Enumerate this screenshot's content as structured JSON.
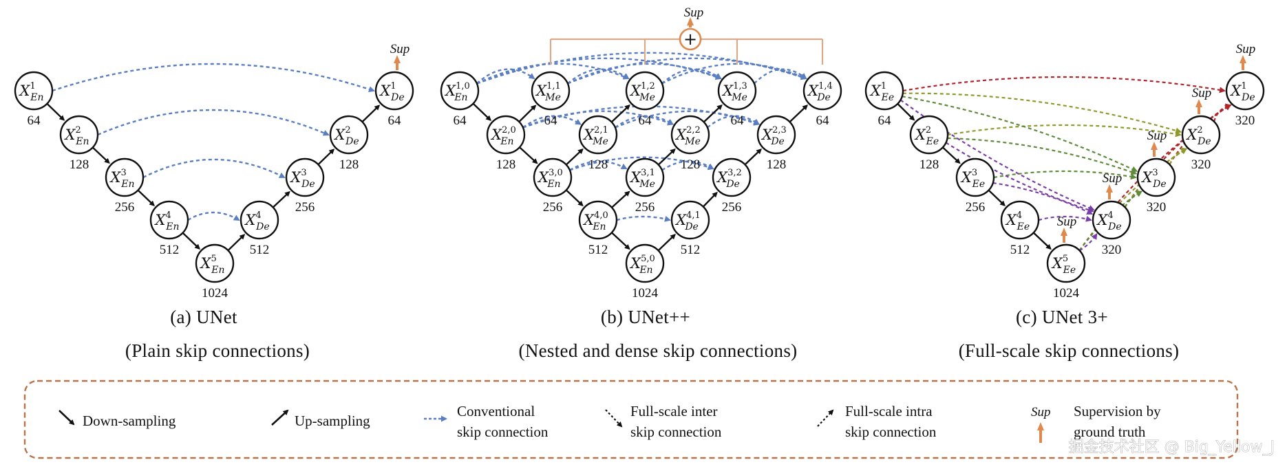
{
  "panels": [
    {
      "caption": "(a) UNet",
      "subcaption": "(Plain skip connections)"
    },
    {
      "caption": "(b) UNet++",
      "subcaption": "(Nested and dense skip connections)"
    },
    {
      "caption": "(c) UNet 3+",
      "subcaption": "(Full-scale skip connections)"
    }
  ],
  "sup_label": "Sup",
  "legend": {
    "down": "Down-sampling",
    "up": "Up-sampling",
    "conv1": "Conventional",
    "conv2": "skip connection",
    "inter1": "Full-scale inter",
    "inter2": "skip connection",
    "intra1": "Full-scale intra",
    "intra2": "skip connection",
    "sup": "Sup",
    "supdesc1": "Supervision by",
    "supdesc2": "ground truth"
  },
  "watermark": "掘金技术社区 @ Big_Yellow_J",
  "colors": {
    "conventional": "#5a7ec2",
    "supervision": "#e0894e",
    "skip_red": "#b0242a",
    "skip_olive": "#8f9a2a",
    "skip_green": "#5e8a3a",
    "skip_purple": "#7a3fa6",
    "legend_border": "#b8734a"
  },
  "nodes": {
    "unet": [
      {
        "id": "a1",
        "base": "X",
        "sup": "1",
        "sub": "En",
        "num": "64"
      },
      {
        "id": "a2",
        "base": "X",
        "sup": "2",
        "sub": "En",
        "num": "128"
      },
      {
        "id": "a3",
        "base": "X",
        "sup": "3",
        "sub": "En",
        "num": "256"
      },
      {
        "id": "a4",
        "base": "X",
        "sup": "4",
        "sub": "En",
        "num": "512"
      },
      {
        "id": "a5",
        "base": "X",
        "sup": "5",
        "sub": "En",
        "num": "1024"
      },
      {
        "id": "a6",
        "base": "X",
        "sup": "4",
        "sub": "De",
        "num": "512"
      },
      {
        "id": "a7",
        "base": "X",
        "sup": "3",
        "sub": "De",
        "num": "256"
      },
      {
        "id": "a8",
        "base": "X",
        "sup": "2",
        "sub": "De",
        "num": "128"
      },
      {
        "id": "a9",
        "base": "X",
        "sup": "1",
        "sub": "De",
        "num": "64"
      }
    ],
    "unetpp": [
      {
        "id": "b10",
        "base": "X",
        "sup": "1,0",
        "sub": "En",
        "num": "64"
      },
      {
        "id": "b20",
        "base": "X",
        "sup": "2,0",
        "sub": "En",
        "num": "128"
      },
      {
        "id": "b30",
        "base": "X",
        "sup": "3,0",
        "sub": "En",
        "num": "256"
      },
      {
        "id": "b40",
        "base": "X",
        "sup": "4,0",
        "sub": "En",
        "num": "512"
      },
      {
        "id": "b50",
        "base": "X",
        "sup": "5,0",
        "sub": "En",
        "num": "1024"
      },
      {
        "id": "b11",
        "base": "X",
        "sup": "1,1",
        "sub": "Me",
        "num": "64"
      },
      {
        "id": "b12",
        "base": "X",
        "sup": "1,2",
        "sub": "Me",
        "num": "64"
      },
      {
        "id": "b13",
        "base": "X",
        "sup": "1,3",
        "sub": "Me",
        "num": "64"
      },
      {
        "id": "b14",
        "base": "X",
        "sup": "1,4",
        "sub": "De",
        "num": "64"
      },
      {
        "id": "b21",
        "base": "X",
        "sup": "2,1",
        "sub": "Me",
        "num": "128"
      },
      {
        "id": "b22",
        "base": "X",
        "sup": "2,2",
        "sub": "Me",
        "num": "128"
      },
      {
        "id": "b23",
        "base": "X",
        "sup": "2,3",
        "sub": "De",
        "num": "128"
      },
      {
        "id": "b31",
        "base": "X",
        "sup": "3,1",
        "sub": "Me",
        "num": "256"
      },
      {
        "id": "b32",
        "base": "X",
        "sup": "3,2",
        "sub": "De",
        "num": "256"
      },
      {
        "id": "b41",
        "base": "X",
        "sup": "4,1",
        "sub": "De",
        "num": "512"
      }
    ],
    "unet3p": [
      {
        "id": "c1",
        "base": "X",
        "sup": "1",
        "sub": "Ee",
        "num": "64"
      },
      {
        "id": "c2",
        "base": "X",
        "sup": "2",
        "sub": "Ee",
        "num": "128"
      },
      {
        "id": "c3",
        "base": "X",
        "sup": "3",
        "sub": "Ee",
        "num": "256"
      },
      {
        "id": "c4",
        "base": "X",
        "sup": "4",
        "sub": "Ee",
        "num": "512"
      },
      {
        "id": "c5",
        "base": "X",
        "sup": "5",
        "sub": "Ee",
        "num": "1024"
      },
      {
        "id": "c6",
        "base": "X",
        "sup": "4",
        "sub": "De",
        "num": "320"
      },
      {
        "id": "c7",
        "base": "X",
        "sup": "3",
        "sub": "De",
        "num": "320"
      },
      {
        "id": "c8",
        "base": "X",
        "sup": "2",
        "sub": "De",
        "num": "320"
      },
      {
        "id": "c9",
        "base": "X",
        "sup": "1",
        "sub": "De",
        "num": "320"
      }
    ]
  }
}
